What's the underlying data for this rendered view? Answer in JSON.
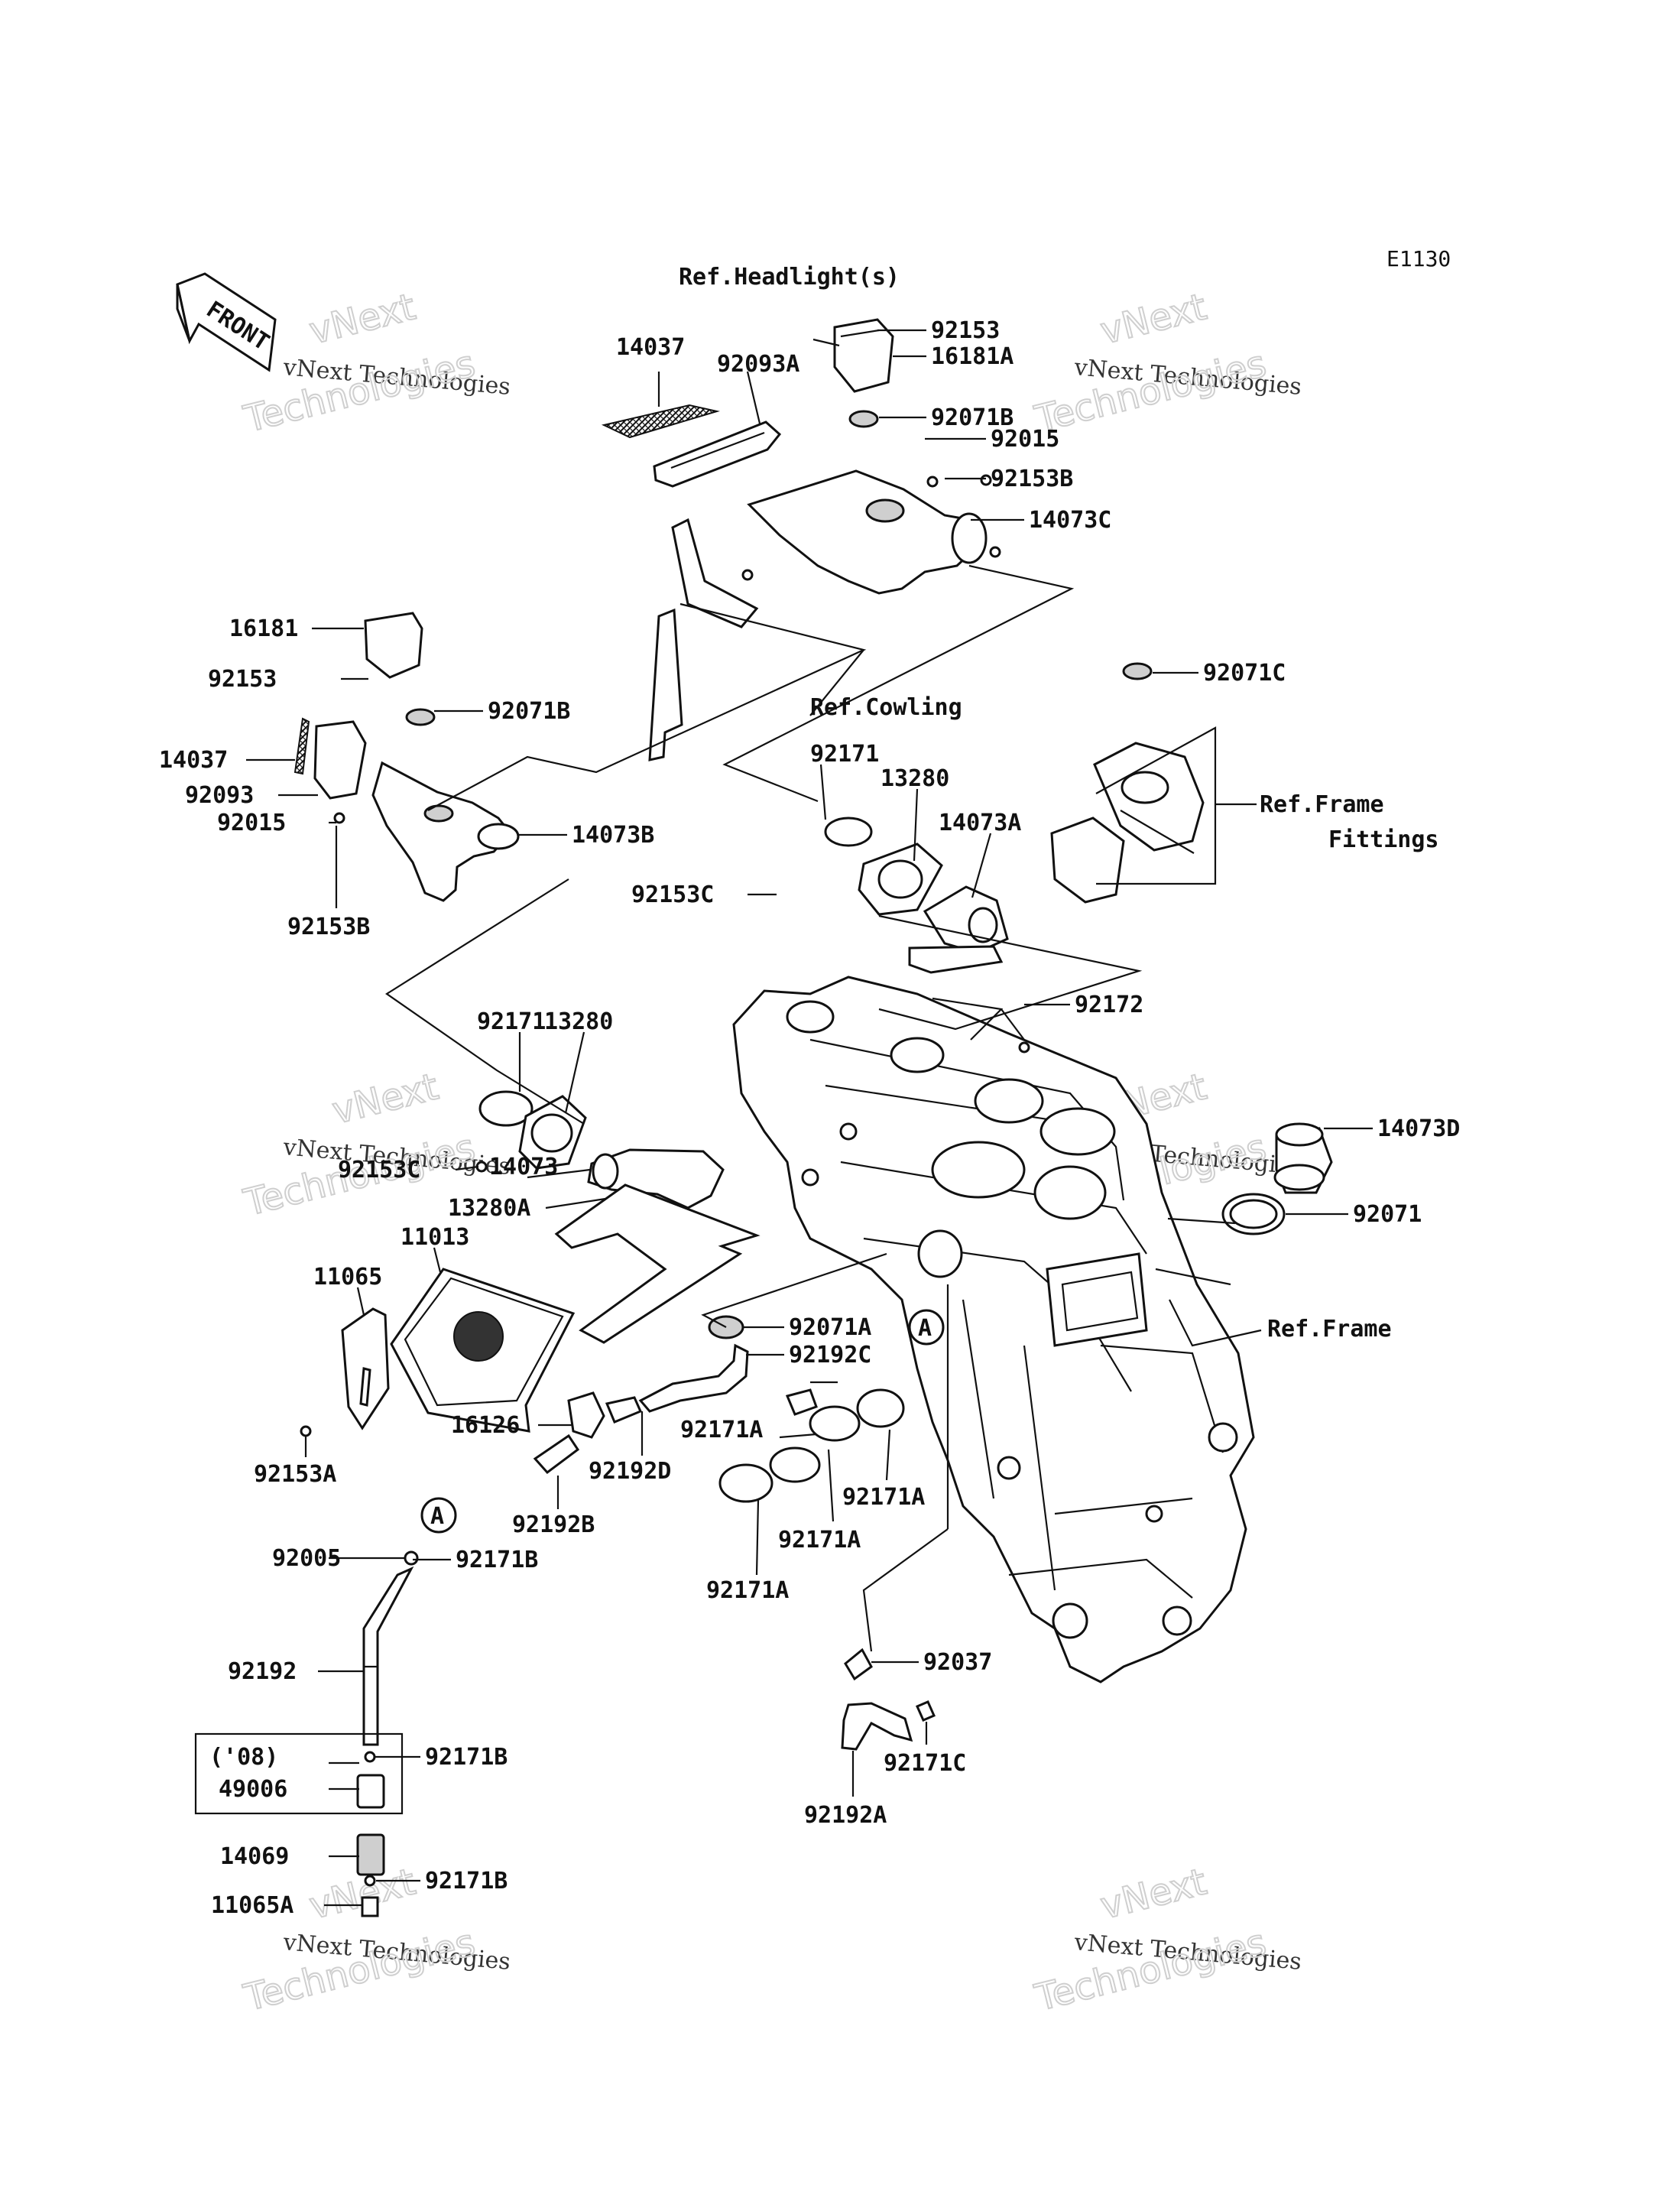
{
  "diagram_code": "E1130",
  "direction_badge": "FRONT",
  "refs": {
    "headlights": "Ref.Headlight(s)",
    "cowling": "Ref.Cowling",
    "frame_fittings_line1": "Ref.Frame",
    "frame_fittings_line2": "Fittings",
    "frame": "Ref.Frame"
  },
  "watermark": {
    "brand": "vNext",
    "company": "vNext Technologies",
    "word": "Technologies"
  },
  "callouts": {
    "p92153_top": "92153",
    "p16181A": "16181A",
    "p14037_top": "14037",
    "p92093A": "92093A",
    "p92071B_top": "92071B",
    "p92015_top": "92015",
    "p92153B_top": "92153B",
    "p14073C": "14073C",
    "p16181": "16181",
    "p92153_left": "92153",
    "p92071B_left": "92071B",
    "p14037_left": "14037",
    "p92093": "92093",
    "p92015_left": "92015",
    "p14073B": "14073B",
    "p92153B_left": "92153B",
    "p92071C": "92071C",
    "p92171_right": "92171",
    "p13280_right": "13280",
    "p14073A": "14073A",
    "p92153C_right": "92153C",
    "p92172": "92172",
    "p92171_left": "92171",
    "p13280_left": "13280",
    "p92153C_left": "92153C",
    "p14073": "14073",
    "p14073D": "14073D",
    "p92071": "92071",
    "p13280A": "13280A",
    "p11013": "11013",
    "p11065": "11065",
    "p92071A": "92071A",
    "p92192C": "92192C",
    "p16126": "16126",
    "p92192D": "92192D",
    "p92171A_1": "92171A",
    "p92171A_2": "92171A",
    "p92171A_3": "92171A",
    "p92171A_4": "92171A",
    "p92153A": "92153A",
    "p92192B": "92192B",
    "p92005": "92005",
    "p92171B_1": "92171B",
    "p92192": "92192",
    "p92171B_2": "92171B",
    "p08": "('08)",
    "p49006": "49006",
    "p14069": "14069",
    "p92171B_3": "92171B",
    "p11065A": "11065A",
    "p92037": "92037",
    "p92171C": "92171C",
    "p92192A": "92192A",
    "marker_A_1": "A",
    "marker_A_2": "A"
  }
}
